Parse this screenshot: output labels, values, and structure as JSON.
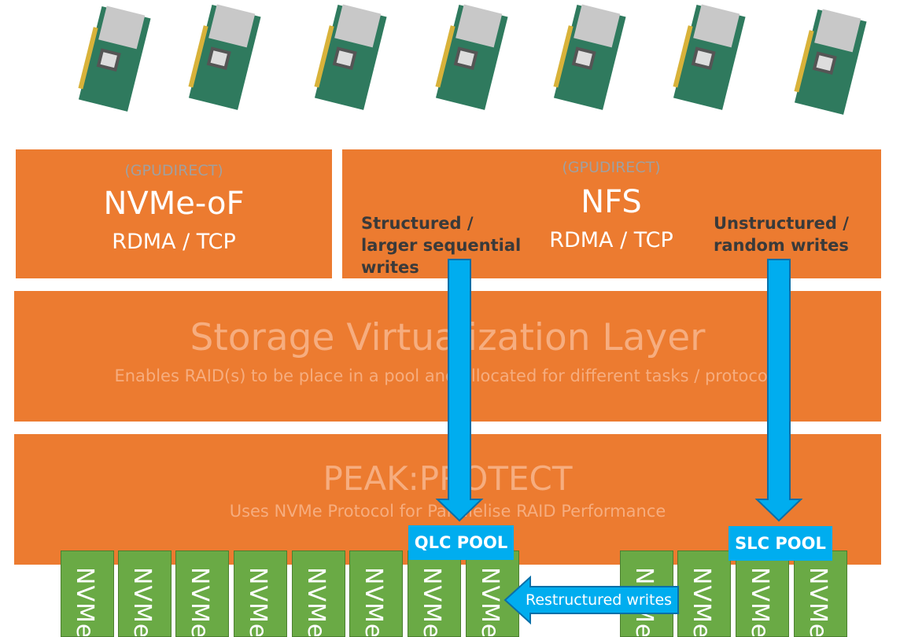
{
  "gpu_cards": [
    {
      "icon": "gpu-card-icon"
    },
    {
      "icon": "gpu-card-icon"
    },
    {
      "icon": "gpu-card-icon"
    },
    {
      "icon": "gpu-card-icon"
    },
    {
      "icon": "gpu-card-icon"
    },
    {
      "icon": "gpu-card-icon"
    },
    {
      "icon": "gpu-card-icon"
    }
  ],
  "nvmeof": {
    "tag": "(GPUDIRECT)",
    "title": "NVMe-oF",
    "protocol": "RDMA / TCP"
  },
  "nfs": {
    "tag": "(GPUDIRECT)",
    "title": "NFS",
    "protocol": "RDMA / TCP",
    "left_note_lines": [
      "Structured /",
      "larger sequential",
      "writes"
    ],
    "right_note_lines": [
      "Unstructured /",
      "random writes"
    ]
  },
  "virtualization": {
    "title": "Storage Virtualization Layer",
    "subtitle": "Enables RAID(s) to be place in a pool and allocated for different tasks / protocols"
  },
  "protect": {
    "title": "PEAK:PROTECT",
    "subtitle": "Uses NVMe Protocol for Parallelise RAID Performance"
  },
  "pools": {
    "qlc": "QLC POOL",
    "slc": "SLC POOL"
  },
  "restructured_label": "Restructured writes",
  "drive_label": "NVMe",
  "colors": {
    "panel": "#ec7b30",
    "drive": "#6aaa45",
    "arrow": "#00adef"
  }
}
